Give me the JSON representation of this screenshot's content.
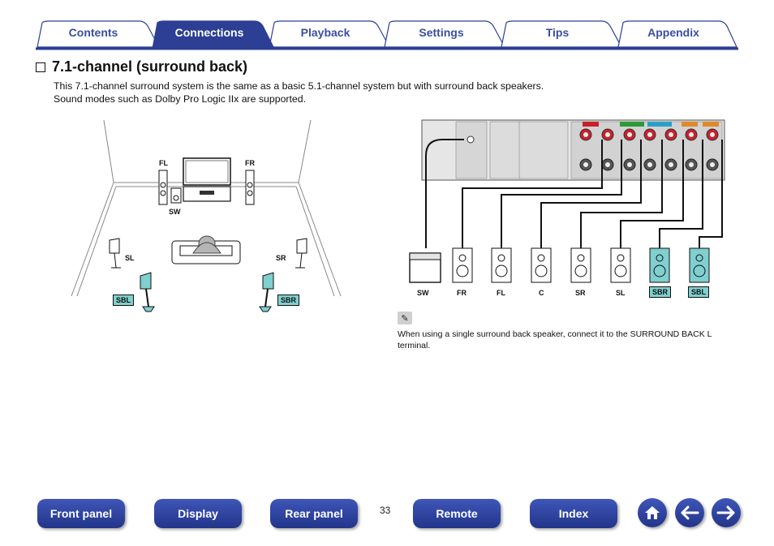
{
  "tabs": [
    {
      "label": "Contents",
      "active": false
    },
    {
      "label": "Connections",
      "active": true
    },
    {
      "label": "Playback",
      "active": false
    },
    {
      "label": "Settings",
      "active": false
    },
    {
      "label": "Tips",
      "active": false
    },
    {
      "label": "Appendix",
      "active": false
    }
  ],
  "section": {
    "title": "7.1-channel (surround back)",
    "intro_line1": "This 7.1-channel surround system is the same as a basic 5.1-channel system but with surround back speakers.",
    "intro_line2": "Sound modes such as Dolby Pro Logic IIx are supported."
  },
  "room_diagram": {
    "labels": {
      "fl": "FL",
      "fr": "FR",
      "sw": "SW",
      "sl": "SL",
      "sr": "SR",
      "sbl": "SBL",
      "sbr": "SBR"
    }
  },
  "connection_diagram": {
    "speakers": [
      "SW",
      "FR",
      "FL",
      "C",
      "SR",
      "SL",
      "SBR",
      "SBL"
    ]
  },
  "note": {
    "text": "When using a single surround back speaker, connect it to the SURROUND BACK L terminal."
  },
  "footer": {
    "buttons": [
      "Front panel",
      "Display",
      "Rear panel",
      "Remote",
      "Index"
    ],
    "page_number": "33"
  },
  "colors": {
    "brand_blue": "#2c3f94",
    "surround_back_teal": "#7fd0cf",
    "terminal_red": "#c8202a"
  },
  "icons": [
    "home-icon",
    "back-arrow-icon",
    "forward-arrow-icon",
    "pencil-note-icon"
  ]
}
